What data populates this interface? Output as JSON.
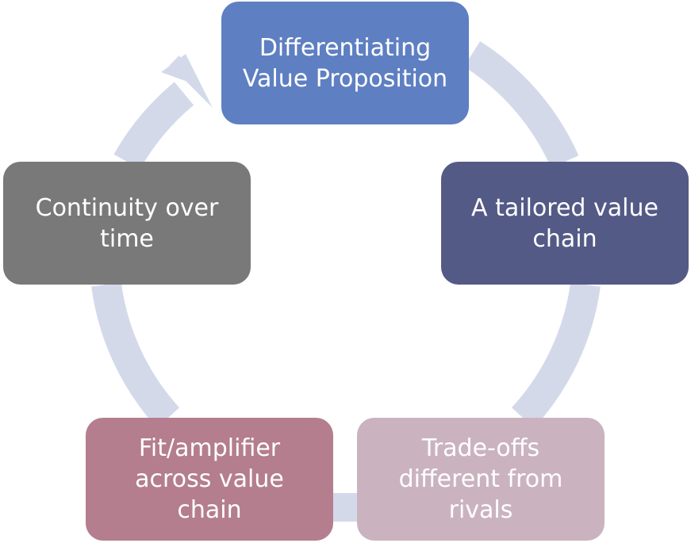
{
  "colors": {
    "cycle_ring": "#d4d9ea",
    "differentiating_value_proposition": "#5e7fc2",
    "tailored_value_chain": "#545a86",
    "trade_offs": "#cab3bf",
    "fit_amplifier": "#b47e8f",
    "continuity": "#797979"
  },
  "nodes": [
    {
      "label": "Differentiating Value Proposition"
    },
    {
      "label": "A tailored value chain"
    },
    {
      "label": "Trade-offs different from rivals"
    },
    {
      "label": "Fit/amplifier across value chain"
    },
    {
      "label": "Continuity over time"
    }
  ]
}
